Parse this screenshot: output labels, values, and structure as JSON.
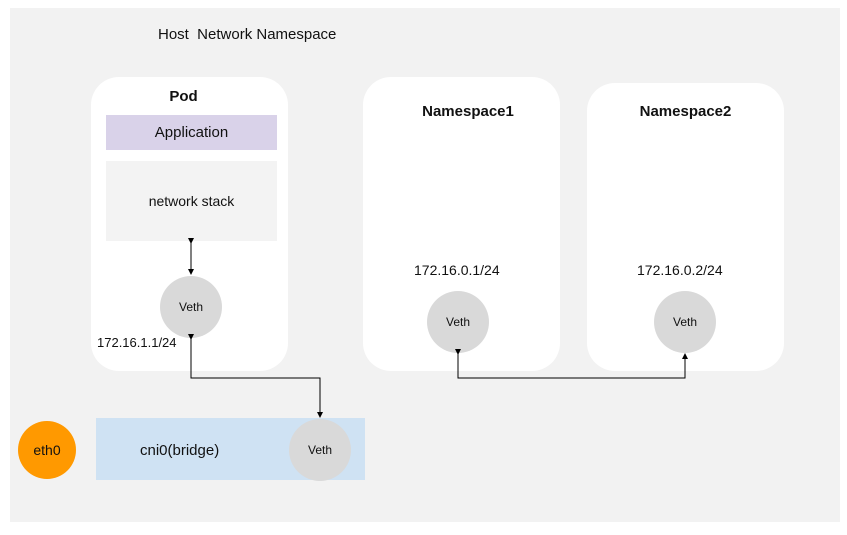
{
  "host": {
    "title": "Host  Network Namespace"
  },
  "pod": {
    "title": "Pod",
    "application": "Application",
    "network_stack": "network stack",
    "veth": "Veth",
    "ip": "172.16.1.1/24"
  },
  "namespace1": {
    "title": "Namespace1",
    "ip": "172.16.0.1/24",
    "veth": "Veth"
  },
  "namespace2": {
    "title": "Namespace2",
    "ip": "172.16.0.2/24",
    "veth": "Veth"
  },
  "bridge": {
    "label": "cni0(bridge)",
    "veth": "Veth"
  },
  "eth0": {
    "label": "eth0"
  },
  "colors": {
    "host_bg": "#f2f2f2",
    "application_bg": "#d9d2e9",
    "network_stack_bg": "#f3f3f3",
    "veth_bg": "#d9d9d9",
    "bridge_bg": "#cfe2f3",
    "eth0_bg": "#ff9900"
  }
}
